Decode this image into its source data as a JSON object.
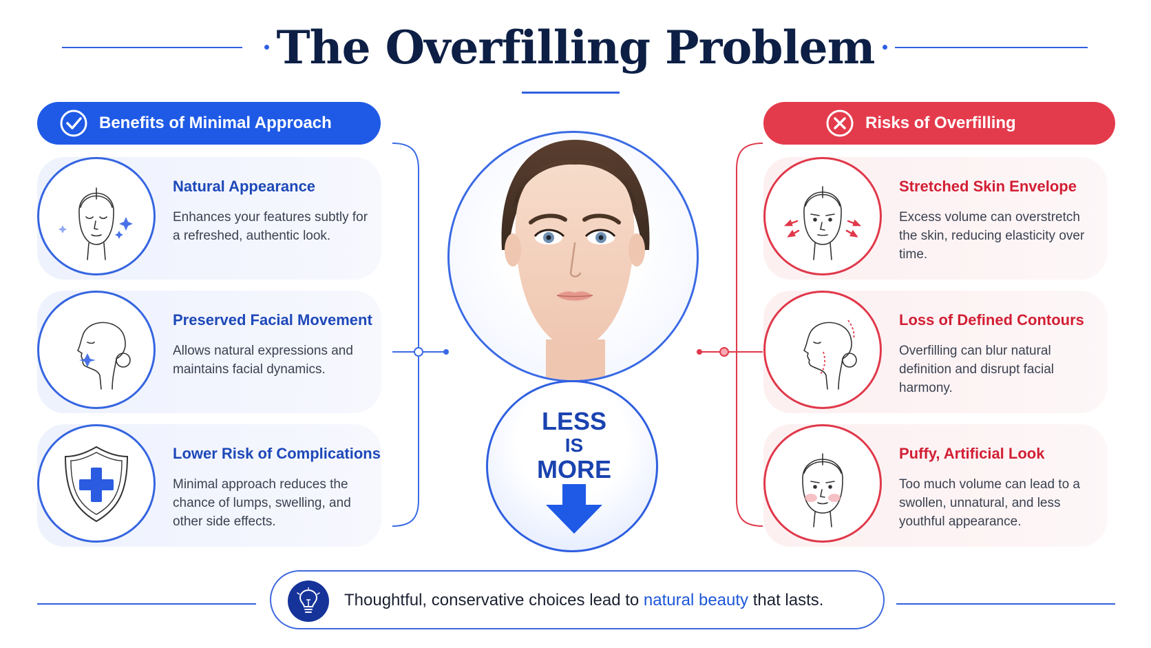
{
  "title": "The Overfilling Problem",
  "left": {
    "header": "Benefits of Minimal Approach",
    "items": [
      {
        "title": "Natural Appearance",
        "text": "Enhances your features subtly for a refreshed, authentic look.",
        "icon": "face-sparkle-icon"
      },
      {
        "title": "Preserved Facial Movement",
        "text": "Allows natural expressions and maintains facial dynamics.",
        "icon": "profile-face-icon"
      },
      {
        "title": "Lower Risk of Complications",
        "text": "Minimal approach reduces the chance of lumps, swelling, and other side effects.",
        "icon": "shield-plus-icon"
      }
    ]
  },
  "right": {
    "header": "Risks of Overfilling",
    "items": [
      {
        "title": "Stretched Skin Envelope",
        "text": "Excess volume can overstretch the skin, reducing elasticity over time.",
        "icon": "stretched-face-icon"
      },
      {
        "title": "Loss of Defined Contours",
        "text": "Overfilling can blur natural definition and disrupt facial harmony.",
        "icon": "blurred-profile-icon"
      },
      {
        "title": "Puffy, Artificial Look",
        "text": "Too much volume can lead to a swollen, unnatural, and less youthful appearance.",
        "icon": "puffy-face-icon"
      }
    ]
  },
  "center": {
    "less": "LESS",
    "is": "IS",
    "more": "MORE"
  },
  "footer": {
    "before": "Thoughtful, conservative choices lead to ",
    "highlight": "natural beauty",
    "after": " that lasts."
  },
  "colors": {
    "blue": "#1f5ae6",
    "red": "#e43b4c",
    "navy": "#0d1f45"
  }
}
